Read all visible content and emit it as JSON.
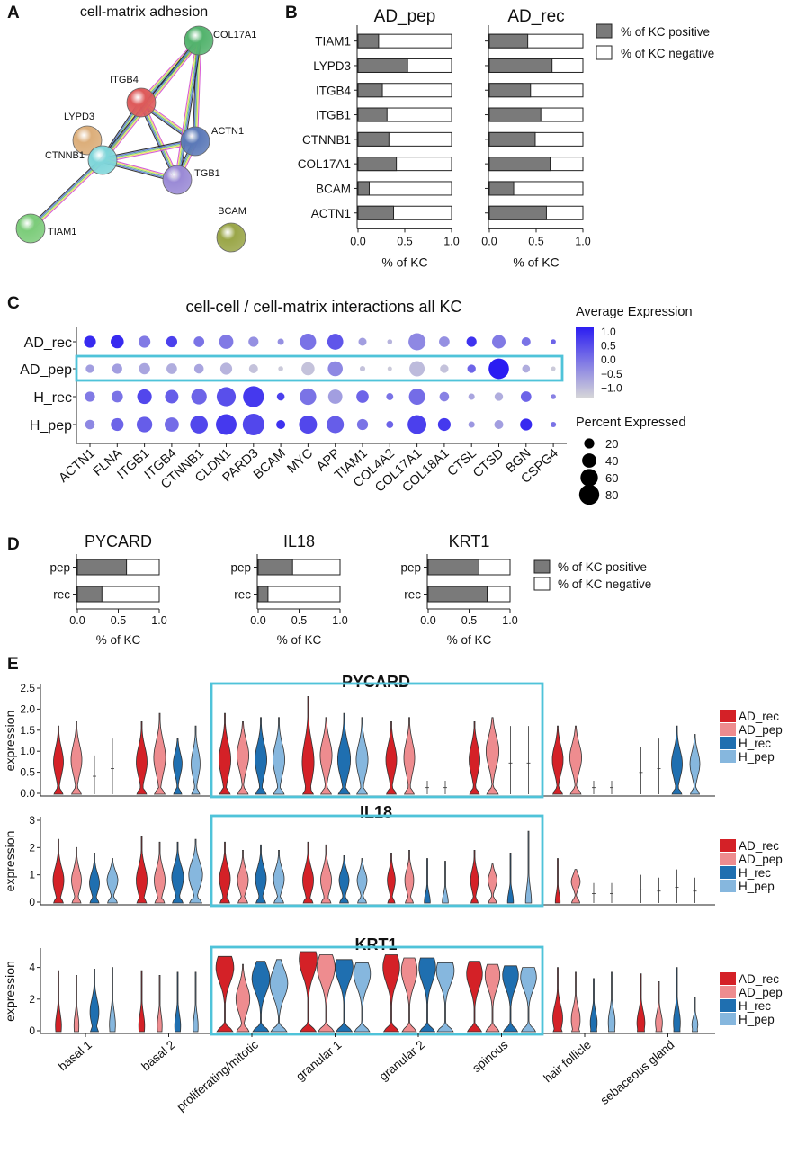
{
  "panel_letters": [
    "A",
    "B",
    "C",
    "D",
    "E"
  ],
  "legend_bar": {
    "positive": "% of KC positive",
    "negative": "% of KC negative"
  },
  "colors": {
    "bar_positive": "#7a7a7a",
    "bar_negative": "#ffffff",
    "highlight_box": "#4fc3d9",
    "AD_rec": "#d42127",
    "AD_pep": "#ee8c8f",
    "H_rec": "#1f6fb0",
    "H_pep": "#86b7de",
    "dot_low": "#d8d8d8",
    "dot_high": "#2a1cf2"
  },
  "network": {
    "title": "cell-matrix adhesion",
    "nodes": [
      {
        "label": "COL17A1",
        "color": "#53b36d"
      },
      {
        "label": "ITGB4",
        "color": "#de5a5a"
      },
      {
        "label": "LYPD3",
        "color": "#dcae7a"
      },
      {
        "label": "ACTN1",
        "color": "#5b79b8"
      },
      {
        "label": "CTNNB1",
        "color": "#7fd6da"
      },
      {
        "label": "ITGB1",
        "color": "#9a8ad6"
      },
      {
        "label": "TIAM1",
        "color": "#7ccc7a"
      },
      {
        "label": "BCAM",
        "color": "#9aa648"
      }
    ],
    "edges": [
      [
        "ITGB4",
        "COL17A1"
      ],
      [
        "ITGB4",
        "ACTN1"
      ],
      [
        "ITGB4",
        "CTNNB1"
      ],
      [
        "ITGB4",
        "ITGB1"
      ],
      [
        "COL17A1",
        "ACTN1"
      ],
      [
        "COL17A1",
        "CTNNB1"
      ],
      [
        "ACTN1",
        "CTNNB1"
      ],
      [
        "ACTN1",
        "ITGB1"
      ],
      [
        "CTNNB1",
        "ITGB1"
      ],
      [
        "CTNNB1",
        "TIAM1"
      ],
      [
        "ITGB1",
        "COL17A1"
      ]
    ]
  },
  "chart_data": [
    {
      "id": "B",
      "type": "bar",
      "orientation": "horizontal",
      "stacked": true,
      "categories": [
        "TIAM1",
        "LYPD3",
        "ITGB4",
        "ITGB1",
        "CTNNB1",
        "COL17A1",
        "BCAM",
        "ACTN1"
      ],
      "panels": [
        {
          "title": "AD_pep",
          "values": [
            0.22,
            0.53,
            0.26,
            0.31,
            0.33,
            0.41,
            0.12,
            0.38
          ]
        },
        {
          "title": "AD_rec",
          "values": [
            0.41,
            0.67,
            0.44,
            0.55,
            0.49,
            0.65,
            0.26,
            0.61
          ]
        }
      ],
      "xlabel": "% of KC",
      "xlim": [
        0,
        1
      ],
      "xticks": [
        "0.0",
        "0.5",
        "1.0"
      ],
      "legend": [
        "% of KC positive",
        "% of KC negative"
      ]
    },
    {
      "id": "C",
      "type": "scatter",
      "subtype": "dotplot",
      "title": "cell-cell / cell-matrix interactions all KC",
      "genes": [
        "ACTN1",
        "FLNA",
        "ITGB1",
        "ITGB4",
        "CTNNB1",
        "CLDN1",
        "PARD3",
        "BCAM",
        "MYC",
        "APP",
        "TIAM1",
        "COL4A2",
        "COL17A1",
        "COL18A1",
        "CTSL",
        "CTSD",
        "BGN",
        "CSPG4"
      ],
      "groups": [
        "AD_rec",
        "AD_pep",
        "H_rec",
        "H_pep"
      ],
      "avg_expression": [
        [
          1.2,
          1.2,
          0.1,
          0.9,
          0.2,
          0.1,
          -0.2,
          -0.2,
          0.2,
          0.6,
          -0.4,
          -0.7,
          -0.1,
          -0.2,
          1.1,
          0.1,
          0.2,
          0.4
        ],
        [
          -0.4,
          -0.4,
          -0.5,
          -0.6,
          -0.5,
          -0.7,
          -0.9,
          -1.0,
          -0.9,
          -0.1,
          -0.9,
          -1.0,
          -0.8,
          -0.9,
          0.4,
          1.4,
          -0.6,
          -1.0
        ],
        [
          0.1,
          0.2,
          0.8,
          0.5,
          0.4,
          0.7,
          1.0,
          0.9,
          0.2,
          -0.4,
          0.4,
          0.2,
          0.3,
          0.0,
          -0.5,
          -0.6,
          0.4,
          0.0
        ],
        [
          -0.1,
          0.4,
          0.5,
          0.3,
          0.8,
          1.0,
          0.8,
          1.1,
          0.8,
          0.5,
          0.2,
          0.4,
          0.9,
          1.0,
          -0.3,
          -0.4,
          1.2,
          0.2
        ]
      ],
      "percent_expressed": [
        [
          28,
          34,
          28,
          24,
          22,
          40,
          20,
          8,
          52,
          50,
          13,
          5,
          58,
          22,
          20,
          36,
          16,
          5
        ],
        [
          14,
          20,
          25,
          22,
          18,
          28,
          16,
          5,
          34,
          44,
          6,
          4,
          46,
          14,
          14,
          82,
          12,
          4
        ],
        [
          20,
          26,
          42,
          36,
          48,
          72,
          86,
          12,
          54,
          40,
          30,
          10,
          52,
          18,
          8,
          14,
          22,
          5
        ],
        [
          18,
          32,
          48,
          40,
          62,
          84,
          92,
          16,
          64,
          58,
          24,
          10,
          70,
          32,
          8,
          16,
          28,
          6
        ]
      ],
      "color_legend": {
        "title": "Average Expression",
        "ticks": [
          "1.0",
          "0.5",
          "0.0",
          "−0.5",
          "−1.0"
        ],
        "range": [
          -1.2,
          1.4
        ]
      },
      "size_legend": {
        "title": "Percent Expressed",
        "values": [
          20,
          40,
          60,
          80
        ]
      },
      "highlight_row": "AD_pep"
    },
    {
      "id": "D",
      "type": "bar",
      "orientation": "horizontal",
      "stacked": true,
      "categories": [
        "pep",
        "rec"
      ],
      "panels": [
        {
          "title": "PYCARD",
          "values": [
            0.6,
            0.3
          ]
        },
        {
          "title": "IL18",
          "values": [
            0.42,
            0.12
          ]
        },
        {
          "title": "KRT1",
          "values": [
            0.62,
            0.72
          ]
        }
      ],
      "xlabel": "% of KC",
      "xlim": [
        0,
        1
      ],
      "xticks": [
        "0.0",
        "0.5",
        "1.0"
      ],
      "legend": [
        "% of KC positive",
        "% of KC negative"
      ]
    },
    {
      "id": "E",
      "type": "violin",
      "cell_types": [
        "basal 1",
        "basal 2",
        "proliferating/mitotic",
        "granular 1",
        "granular 2",
        "spinous",
        "hair follicle",
        "sebaceous gland"
      ],
      "groups": [
        "AD_rec",
        "AD_pep",
        "H_rec",
        "H_pep"
      ],
      "ylabel": "expression",
      "highlight_cell_types": [
        "proliferating/mitotic",
        "granular 1",
        "granular 2",
        "spinous"
      ],
      "panels": [
        {
          "gene": "PYCARD",
          "ylim": [
            0,
            2.5
          ],
          "yticks": [
            "0.0",
            "0.5",
            "1.0",
            "1.5",
            "2.0",
            "2.5"
          ],
          "max": [
            [
              1.6,
              1.7,
              0.9,
              1.3
            ],
            [
              1.7,
              1.9,
              1.3,
              1.6
            ],
            [
              1.9,
              1.7,
              1.8,
              1.8
            ],
            [
              2.3,
              1.8,
              1.9,
              1.8
            ],
            [
              1.7,
              1.8,
              0.3,
              0.3
            ],
            [
              1.7,
              1.8,
              1.6,
              1.6
            ],
            [
              1.6,
              1.6,
              0.3,
              0.3
            ],
            [
              1.1,
              1.3,
              1.6,
              1.4
            ]
          ],
          "peak": [
            [
              0.75,
              0.8,
              0,
              0
            ],
            [
              0.75,
              0.85,
              0.7,
              0.7
            ],
            [
              0.8,
              0.9,
              0.8,
              0.8
            ],
            [
              0.75,
              0.9,
              0.8,
              0.8
            ],
            [
              0.8,
              0.85,
              0,
              0
            ],
            [
              0.8,
              1.0,
              0,
              0
            ],
            [
              0.8,
              0.85,
              0,
              0
            ],
            [
              0,
              0,
              0.7,
              0.7
            ]
          ],
          "width": [
            [
              0.5,
              0.55,
              0,
              0
            ],
            [
              0.55,
              0.6,
              0.45,
              0.45
            ],
            [
              0.6,
              0.6,
              0.6,
              0.6
            ],
            [
              0.6,
              0.6,
              0.65,
              0.6
            ],
            [
              0.55,
              0.55,
              0,
              0
            ],
            [
              0.55,
              0.65,
              0,
              0
            ],
            [
              0.55,
              0.6,
              0,
              0
            ],
            [
              0,
              0,
              0.55,
              0.5
            ]
          ]
        },
        {
          "gene": "IL18",
          "ylim": [
            0,
            3
          ],
          "yticks": [
            "0",
            "1",
            "2",
            "3"
          ],
          "max": [
            [
              2.3,
              2.0,
              1.8,
              1.6
            ],
            [
              2.4,
              2.2,
              2.2,
              2.3
            ],
            [
              2.2,
              1.9,
              2.1,
              1.9
            ],
            [
              2.2,
              2.1,
              1.7,
              1.6
            ],
            [
              1.8,
              1.9,
              1.6,
              1.5
            ],
            [
              1.9,
              1.4,
              1.8,
              2.6
            ],
            [
              1.6,
              1.2,
              0.7,
              0.7
            ],
            [
              1.0,
              0.9,
              1.2,
              0.9
            ]
          ],
          "peak": [
            [
              0.8,
              0.8,
              0.7,
              0.8
            ],
            [
              0.8,
              0.8,
              0.9,
              1.0
            ],
            [
              0.85,
              0.8,
              0.85,
              0.85
            ],
            [
              0.8,
              0.8,
              0.8,
              0.8
            ],
            [
              0.8,
              0.8,
              0,
              0
            ],
            [
              0.8,
              0.8,
              0,
              0
            ],
            [
              0,
              0.75,
              0,
              0
            ],
            [
              0,
              0,
              0,
              0
            ]
          ],
          "width": [
            [
              0.55,
              0.5,
              0.5,
              0.55
            ],
            [
              0.55,
              0.55,
              0.6,
              0.7
            ],
            [
              0.55,
              0.55,
              0.55,
              0.55
            ],
            [
              0.55,
              0.55,
              0.5,
              0.5
            ],
            [
              0.4,
              0.45,
              0.3,
              0.3
            ],
            [
              0.4,
              0.45,
              0.3,
              0.3
            ],
            [
              0.25,
              0.45,
              0,
              0
            ],
            [
              0,
              0,
              0,
              0
            ]
          ]
        },
        {
          "gene": "KRT1",
          "ylim": [
            0,
            5
          ],
          "yticks": [
            "0",
            "2",
            "4"
          ],
          "max": [
            [
              3.8,
              3.5,
              3.9,
              4.0
            ],
            [
              3.8,
              3.5,
              3.7,
              3.7
            ],
            [
              4.7,
              4.2,
              4.4,
              4.5
            ],
            [
              5.0,
              4.8,
              4.5,
              4.3
            ],
            [
              4.8,
              4.6,
              4.6,
              4.3
            ],
            [
              4.4,
              4.2,
              4.1,
              4.0
            ],
            [
              4.0,
              3.7,
              3.3,
              3.7
            ],
            [
              3.6,
              3.1,
              4.0,
              2.1
            ]
          ],
          "peak": [
            [
              0.3,
              0.3,
              1.2,
              0.4
            ],
            [
              0.3,
              0.3,
              0.3,
              0.3
            ],
            [
              4.0,
              2.0,
              3.3,
              3.0
            ],
            [
              4.5,
              4.0,
              4.0,
              3.6
            ],
            [
              4.0,
              3.8,
              4.0,
              3.8
            ],
            [
              3.6,
              3.5,
              3.5,
              3.4
            ],
            [
              0.8,
              0.7,
              0.5,
              0.5
            ],
            [
              0.5,
              0.5,
              0.5,
              0.4
            ]
          ],
          "width": [
            [
              0.3,
              0.25,
              0.45,
              0.3
            ],
            [
              0.3,
              0.25,
              0.3,
              0.25
            ],
            [
              0.9,
              0.7,
              0.9,
              0.9
            ],
            [
              0.9,
              0.9,
              0.9,
              0.85
            ],
            [
              0.85,
              0.8,
              0.85,
              0.9
            ],
            [
              0.8,
              0.75,
              0.8,
              0.8
            ],
            [
              0.5,
              0.45,
              0.35,
              0.35
            ],
            [
              0.4,
              0.35,
              0.35,
              0.3
            ]
          ]
        }
      ]
    }
  ]
}
